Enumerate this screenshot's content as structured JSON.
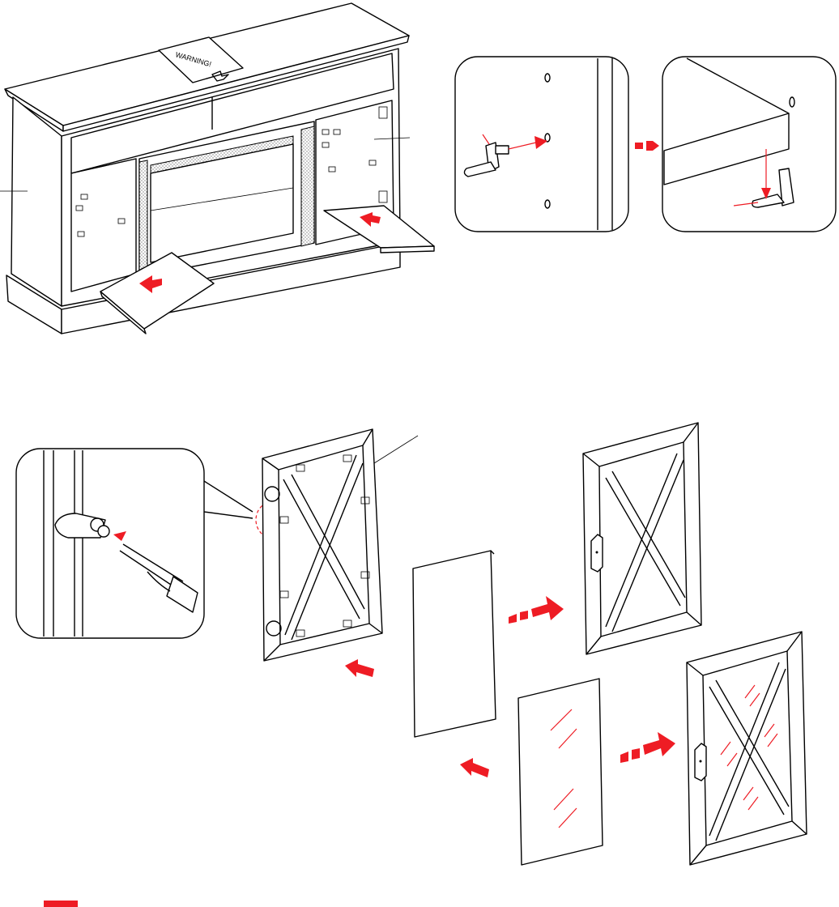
{
  "warning_label": {
    "text": "WARNING!"
  },
  "colors": {
    "arrow": "#ee1c24",
    "line": "#000000",
    "background": "#ffffff"
  },
  "icons": [
    "cabinet-illustration",
    "shelf-pin-detail",
    "shelf-pin-seated-detail",
    "hinge-screw-detail",
    "door-frame",
    "wood-panel",
    "glass-panel",
    "assembled-wood-door",
    "assembled-glass-door"
  ]
}
